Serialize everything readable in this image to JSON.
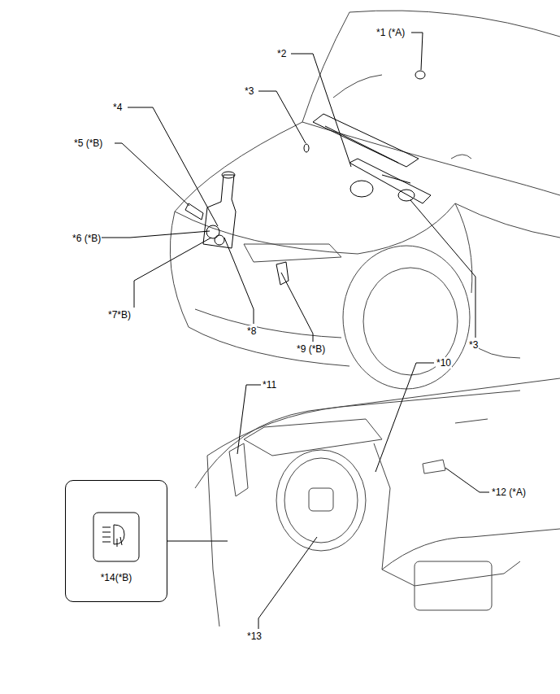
{
  "diagram": {
    "nodes": [
      {
        "text": [
          "*14(*B)"
        ]
      }
    ],
    "labels": [
      "*1 (*A)",
      "*2",
      "*3",
      "*4",
      "*5 (*B)",
      "*6 (*B)",
      "*7*B)",
      "*8",
      "*9 (*B)",
      "*3",
      "*10",
      "*11",
      "*12 (*A)",
      "*13"
    ]
  }
}
